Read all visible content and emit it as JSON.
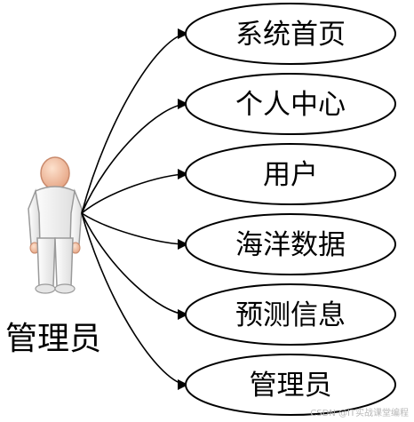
{
  "actor": {
    "label": "管理员",
    "icon": "person-icon"
  },
  "use_cases": [
    {
      "label": "系统首页"
    },
    {
      "label": "个人中心"
    },
    {
      "label": "用户"
    },
    {
      "label": "海洋数据"
    },
    {
      "label": "预测信息"
    },
    {
      "label": "管理员"
    }
  ],
  "watermark": "CSDN @IT实战课堂编程",
  "colors": {
    "stroke": "#000000",
    "ellipse_fill": "#ffffff",
    "actor_fill": "#f4f4f4",
    "actor_skin": "#f6c6a8",
    "actor_shadow": "#d7d7d7"
  }
}
